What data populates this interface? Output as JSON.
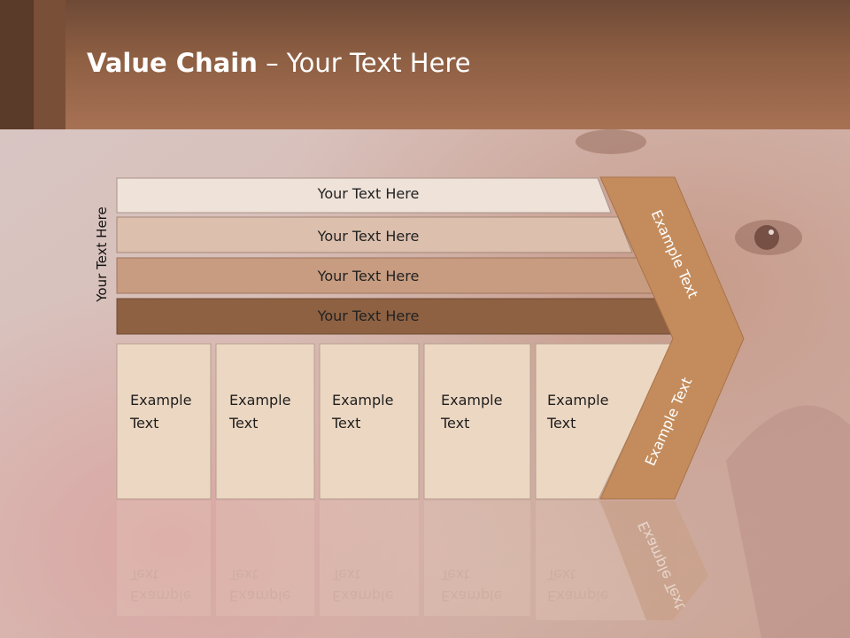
{
  "title": {
    "bold": "Value Chain",
    "rest": " – Your Text Here"
  },
  "side_label": "Your Text Here",
  "bars": [
    "Your Text Here",
    "Your Text Here",
    "Your Text Here",
    "Your Text Here"
  ],
  "columns": [
    "Example\nText",
    "Example\nText",
    "Example\nText",
    "Example\nText",
    "Example\nText"
  ],
  "chevron": {
    "upper": "Example Text",
    "lower": "Example Text"
  },
  "colors": {
    "header": "#9a6a4e",
    "bar1": "#efe2d9",
    "bar2": "#dcc0ad",
    "bar3": "#c89c80",
    "bar4": "#8e6142",
    "columns": "#ecd7c2",
    "chevron": "#c48c5c"
  }
}
